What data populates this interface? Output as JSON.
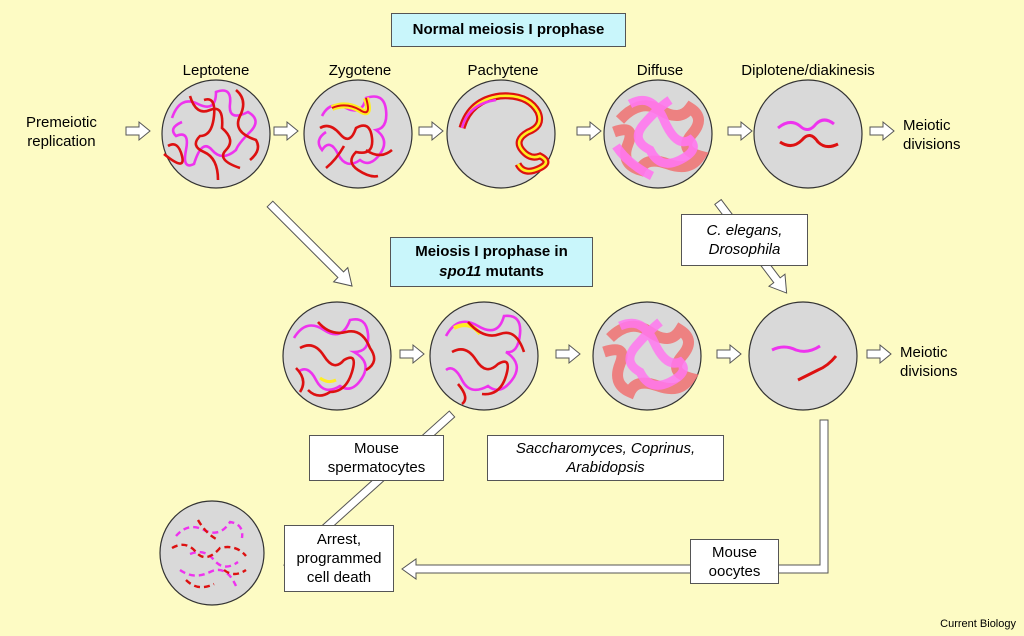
{
  "titles": {
    "normal": "Normal meiosis I prophase",
    "mutant_line1": "Meiosis I prophase in",
    "mutant_gene": "spo11",
    "mutant_suffix": " mutants"
  },
  "stages": {
    "leptotene": "Leptotene",
    "zygotene": "Zygotene",
    "pachytene": "Pachytene",
    "diffuse": "Diffuse",
    "diplotene": "Diplotene/diakinesis"
  },
  "labels": {
    "premeiotic_1": "Premeiotic",
    "premeiotic_2": "replication",
    "meiotic_1": "Meiotic",
    "meiotic_2": "divisions",
    "meiotic2_1": "Meiotic",
    "meiotic2_2": "divisions"
  },
  "boxes": {
    "celegans_1": "C. elegans,",
    "celegans_2": "Drosophila",
    "mouse_sperm_1": "Mouse",
    "mouse_sperm_2": "spermatocytes",
    "sacch_1": "Saccharomyces, Coprinus,",
    "sacch_2": "Arabidopsis",
    "arrest_1": "Arrest,",
    "arrest_2": "programmed",
    "arrest_3": "cell death",
    "mouse_oocytes_1": "Mouse",
    "mouse_oocytes_2": "oocytes"
  },
  "credit": "Current Biology",
  "colors": {
    "background": "#fdfbc4",
    "title_box": "#c9f6fb",
    "cell_fill": "#d9d9d9",
    "chromosome_red": "#dd1111",
    "chromosome_magenta": "#ee33ee",
    "synapsis_yellow": "#ffee22",
    "diffuse_salmon": "#ee7777",
    "diffuse_pink": "#ff77ee"
  }
}
